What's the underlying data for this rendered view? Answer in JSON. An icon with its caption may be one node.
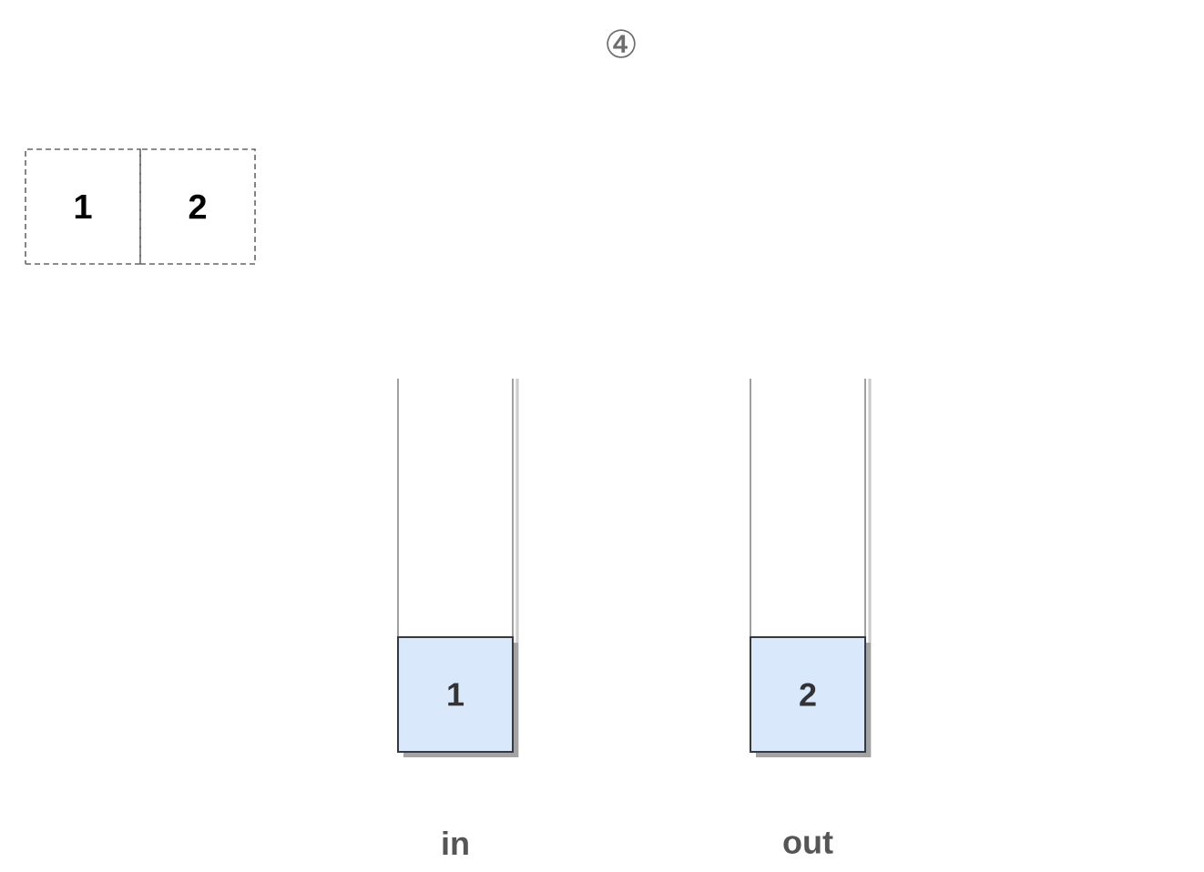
{
  "diagram": {
    "title": "④",
    "nodes": [
      {
        "text": [
          "1"
        ]
      },
      {
        "text": [
          "2"
        ]
      },
      {
        "text": [
          "in"
        ]
      },
      {
        "text": [
          "1"
        ],
        "in": 2
      },
      {
        "text": [
          "out"
        ]
      },
      {
        "text": [
          "2"
        ],
        "in": 4
      }
    ]
  }
}
